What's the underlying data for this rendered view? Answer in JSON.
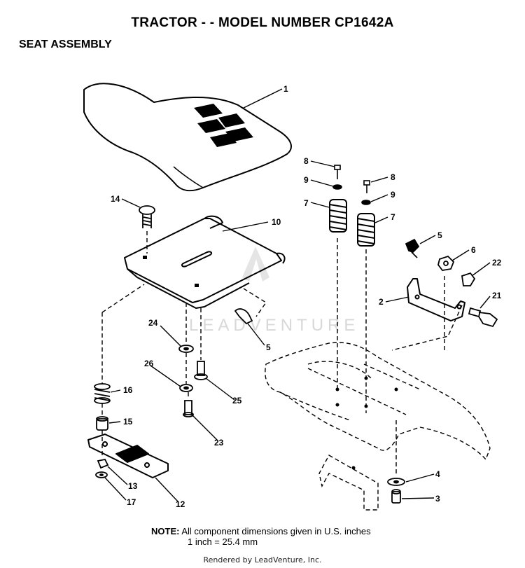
{
  "header": {
    "title": "TRACTOR - - MODEL NUMBER CP1642A",
    "subtitle": "SEAT ASSEMBLY"
  },
  "diagram": {
    "callouts": [
      "1",
      "2",
      "3",
      "4",
      "5",
      "5",
      "6",
      "7",
      "7",
      "8",
      "8",
      "9",
      "9",
      "10",
      "12",
      "13",
      "14",
      "15",
      "16",
      "17",
      "21",
      "22",
      "23",
      "24",
      "25",
      "26"
    ],
    "watermark": "LEADVENTURE"
  },
  "note": {
    "label": "NOTE:",
    "line1": "All component dimensions given in U.S. inches",
    "line2": "1 inch = 25.4 mm"
  },
  "footer": {
    "credit": "Rendered by LeadVenture, Inc."
  }
}
